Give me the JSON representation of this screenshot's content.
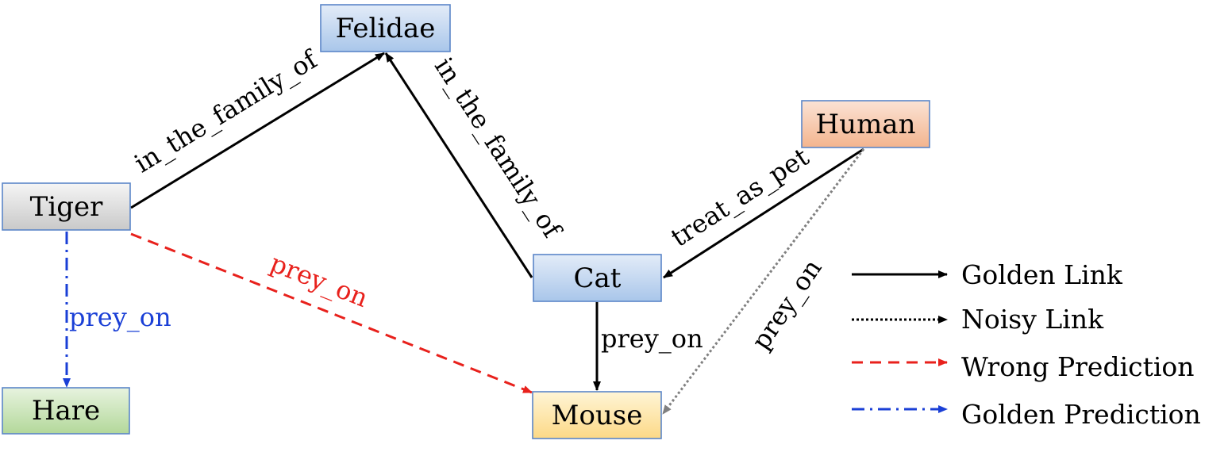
{
  "nodes": {
    "felidae": "Felidae",
    "human": "Human",
    "tiger": "Tiger",
    "cat": "Cat",
    "hare": "Hare",
    "mouse": "Mouse"
  },
  "edges": {
    "tiger_felidae": "in_the_family_of",
    "cat_felidae": "in_the_family_of",
    "human_cat": "treat_as_pet",
    "tiger_hare": "prey_on",
    "tiger_mouse": "prey_on",
    "cat_mouse": "prey_on",
    "human_mouse": "prey_on"
  },
  "legend": {
    "golden_link": "Golden Link",
    "noisy_link": "Noisy Link",
    "wrong_prediction": "Wrong Prediction",
    "golden_prediction": "Golden Prediction"
  },
  "colors": {
    "golden": "#000000",
    "noisy": "#808080",
    "wrong": "#e8211c",
    "prediction": "#1a3fd6"
  }
}
